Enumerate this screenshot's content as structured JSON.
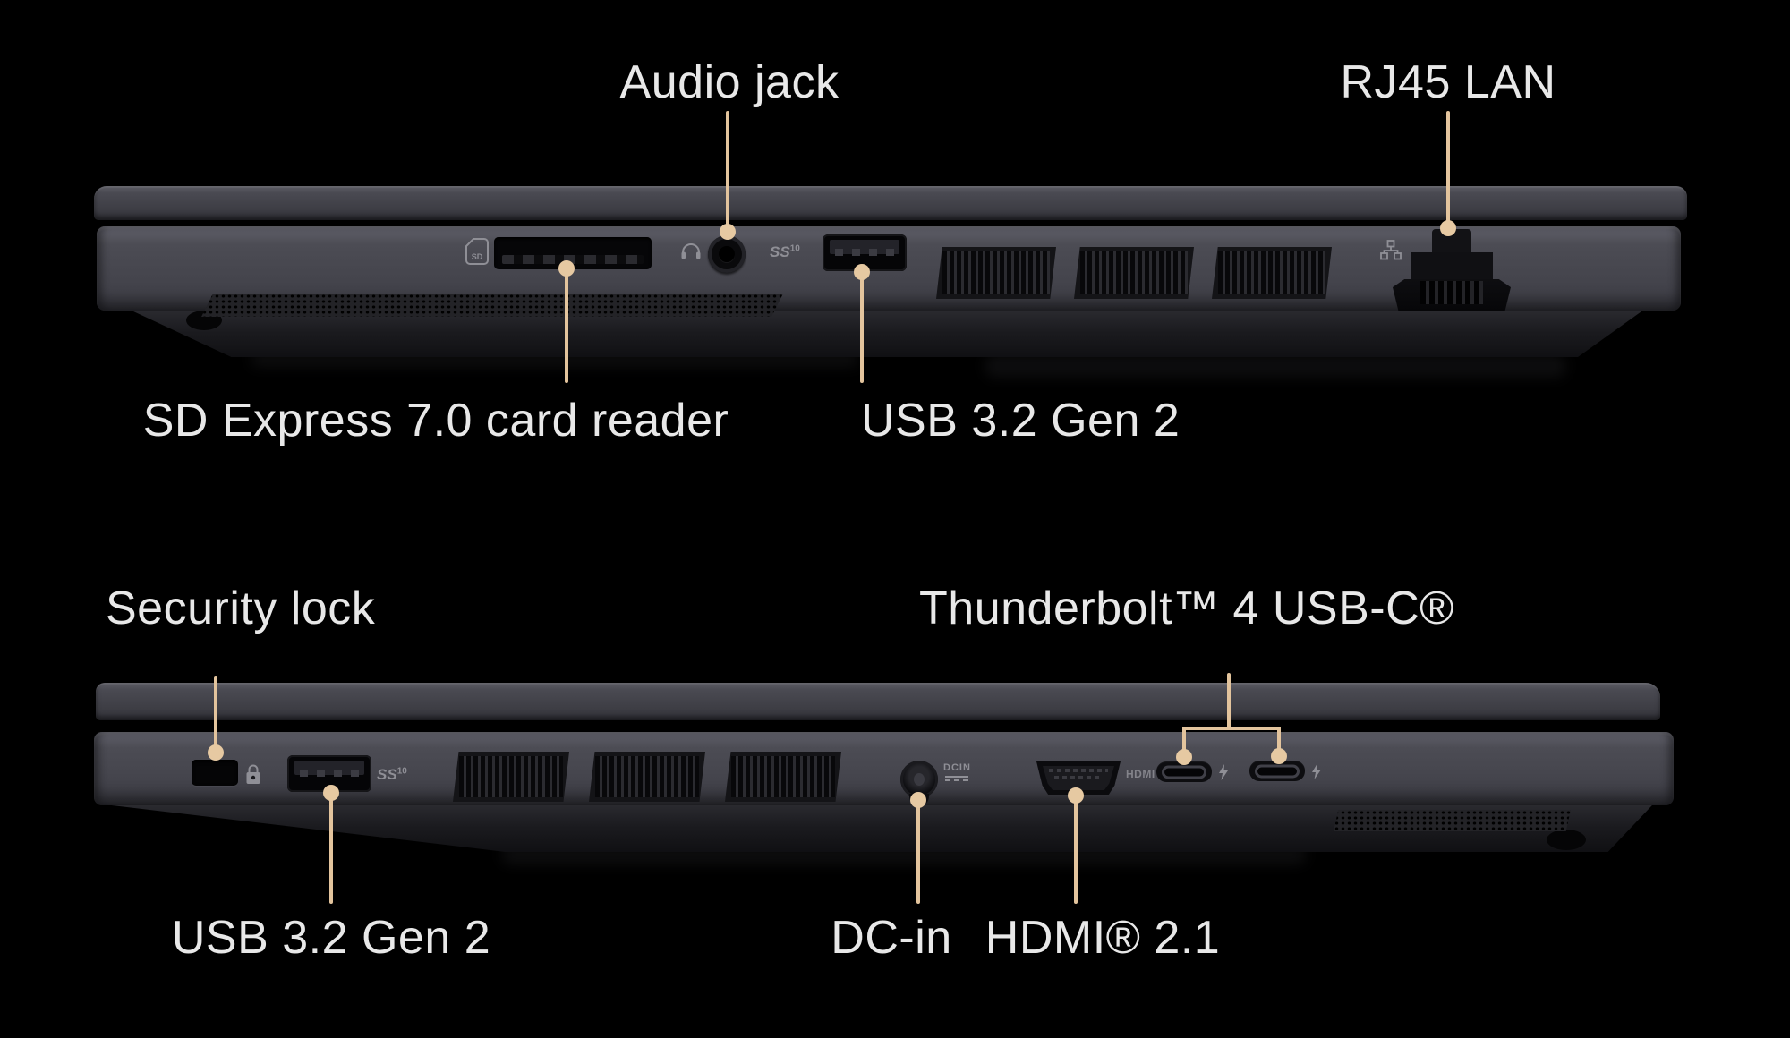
{
  "colors": {
    "background": "#000000",
    "callout": "#e3c49d",
    "label_text": "#e8e8e8",
    "chassis_gray": "#46464d",
    "icon_gray": "#8f8f96"
  },
  "top_view": {
    "labels": {
      "audio_jack": "Audio jack",
      "rj45_lan": "RJ45 LAN",
      "sd_reader": "SD Express 7.0 card reader",
      "usb": "USB 3.2 Gen 2"
    }
  },
  "bottom_view": {
    "labels": {
      "security_lock": "Security lock",
      "thunderbolt": "Thunderbolt™ 4 USB-C®",
      "usb": "USB 3.2 Gen 2",
      "dc_in": "DC-in",
      "hdmi": "HDMI® 2.1"
    }
  },
  "port_markings": {
    "sd": "SD",
    "ss": "SS",
    "ss_sup": "10",
    "dcin": "DCIN",
    "hdmi": "HDMI"
  }
}
